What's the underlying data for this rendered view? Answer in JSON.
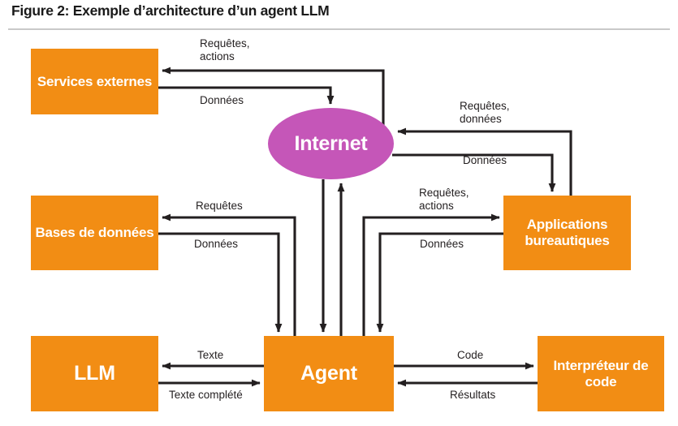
{
  "figure": {
    "title": "Figure 2: Exemple d’architecture d’un agent LLM"
  },
  "colors": {
    "box_fill": "#F28D14",
    "ellipse_fill": "#C556B8",
    "node_text": "#FFFFFF",
    "edge_stroke": "#231F20",
    "label_text": "#231F20",
    "rule": "#C9C9C9",
    "background": "#FFFFFF"
  },
  "nodes": [
    {
      "id": "services",
      "label": "Services\nexternes",
      "shape": "rect"
    },
    {
      "id": "internet",
      "label": "Internet",
      "shape": "ellipse"
    },
    {
      "id": "bases",
      "label": "Bases de\ndonnées",
      "shape": "rect"
    },
    {
      "id": "apps",
      "label": "Applications\nbureautiques",
      "shape": "rect"
    },
    {
      "id": "llm",
      "label": "LLM",
      "shape": "rect"
    },
    {
      "id": "agent",
      "label": "Agent",
      "shape": "rect"
    },
    {
      "id": "interpreteur",
      "label": "Interpréteur\nde code",
      "shape": "rect"
    }
  ],
  "edges": [
    {
      "id": "internet-to-services",
      "label": "Requêtes,\nactions",
      "from": "internet",
      "to": "services",
      "direction": "left"
    },
    {
      "id": "services-to-internet",
      "label": "Données",
      "from": "services",
      "to": "internet",
      "direction": "right-down"
    },
    {
      "id": "apps-to-internet",
      "label": "Requêtes,\ndonnées",
      "from": "apps",
      "to": "internet",
      "direction": "left"
    },
    {
      "id": "internet-to-apps",
      "label": "Données",
      "from": "internet",
      "to": "apps",
      "direction": "right-down"
    },
    {
      "id": "agent-to-bases",
      "label": "Requêtes",
      "from": "agent",
      "to": "bases",
      "direction": "left"
    },
    {
      "id": "bases-to-agent",
      "label": "Données",
      "from": "bases",
      "to": "agent",
      "direction": "right-down"
    },
    {
      "id": "agent-to-apps",
      "label": "Requêtes,\nactions",
      "from": "agent",
      "to": "apps",
      "direction": "right"
    },
    {
      "id": "apps-to-agent",
      "label": "Données",
      "from": "apps",
      "to": "agent",
      "direction": "left-down"
    },
    {
      "id": "agent-to-llm",
      "label": "Texte",
      "from": "agent",
      "to": "llm",
      "direction": "left"
    },
    {
      "id": "llm-to-agent",
      "label": "Texte complété",
      "from": "llm",
      "to": "agent",
      "direction": "right"
    },
    {
      "id": "agent-to-interpreteur",
      "label": "Code",
      "from": "agent",
      "to": "interpreteur",
      "direction": "right"
    },
    {
      "id": "interpreteur-to-agent",
      "label": "Résultats",
      "from": "interpreteur",
      "to": "agent",
      "direction": "left"
    },
    {
      "id": "internet-to-agent",
      "label": "",
      "from": "internet",
      "to": "agent",
      "direction": "down"
    },
    {
      "id": "agent-to-internet",
      "label": "",
      "from": "agent",
      "to": "internet",
      "direction": "up"
    }
  ]
}
